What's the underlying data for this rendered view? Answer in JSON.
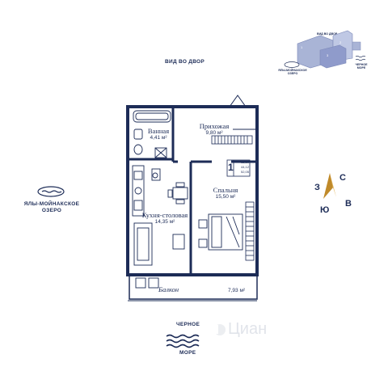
{
  "orientation_labels": {
    "top": "ВИД ВО ДВОР",
    "left_line1": "ЯЛЫ-МОЙНАКСКОЕ",
    "left_line2": "ОЗЕРО",
    "bottom_line1": "ЧЕРНОЕ",
    "bottom_line2": "МОРЕ"
  },
  "key_plan": {
    "lake_line1": "ЯЛЫ-МОЙНАКСКОЕ",
    "lake_line2": "ОЗЕРО",
    "sea_line1": "ЧЕРНОЕ",
    "sea_line2": "МОРЕ",
    "top_tag": "ВИД ВО ДВОР",
    "building_tags": [
      "1",
      "2",
      "3"
    ]
  },
  "rooms": {
    "bathroom": {
      "name": "Ванная",
      "area": "4,41 м²"
    },
    "hallway": {
      "name": "Прихожая",
      "area": "9,80 м²"
    },
    "kitchen": {
      "name": "Кухня-столовая",
      "area": "14,35 м²"
    },
    "bedroom": {
      "name": "Спальня",
      "area": "15,50 м²"
    },
    "balcony": {
      "name": "Балкон",
      "area": "7,93 м²"
    }
  },
  "summary": {
    "rooms_count": "1",
    "values": [
      "15,50",
      "44,12",
      "52,05"
    ]
  },
  "compass": {
    "n": "С",
    "w": "З",
    "e": "В",
    "s": "Ю"
  },
  "watermark": "Циан",
  "colors": {
    "navy": "#1d2c57",
    "accent": "#c08a2a",
    "key_plan_building": "#a9b4d6",
    "wall": "#1d2c57"
  }
}
